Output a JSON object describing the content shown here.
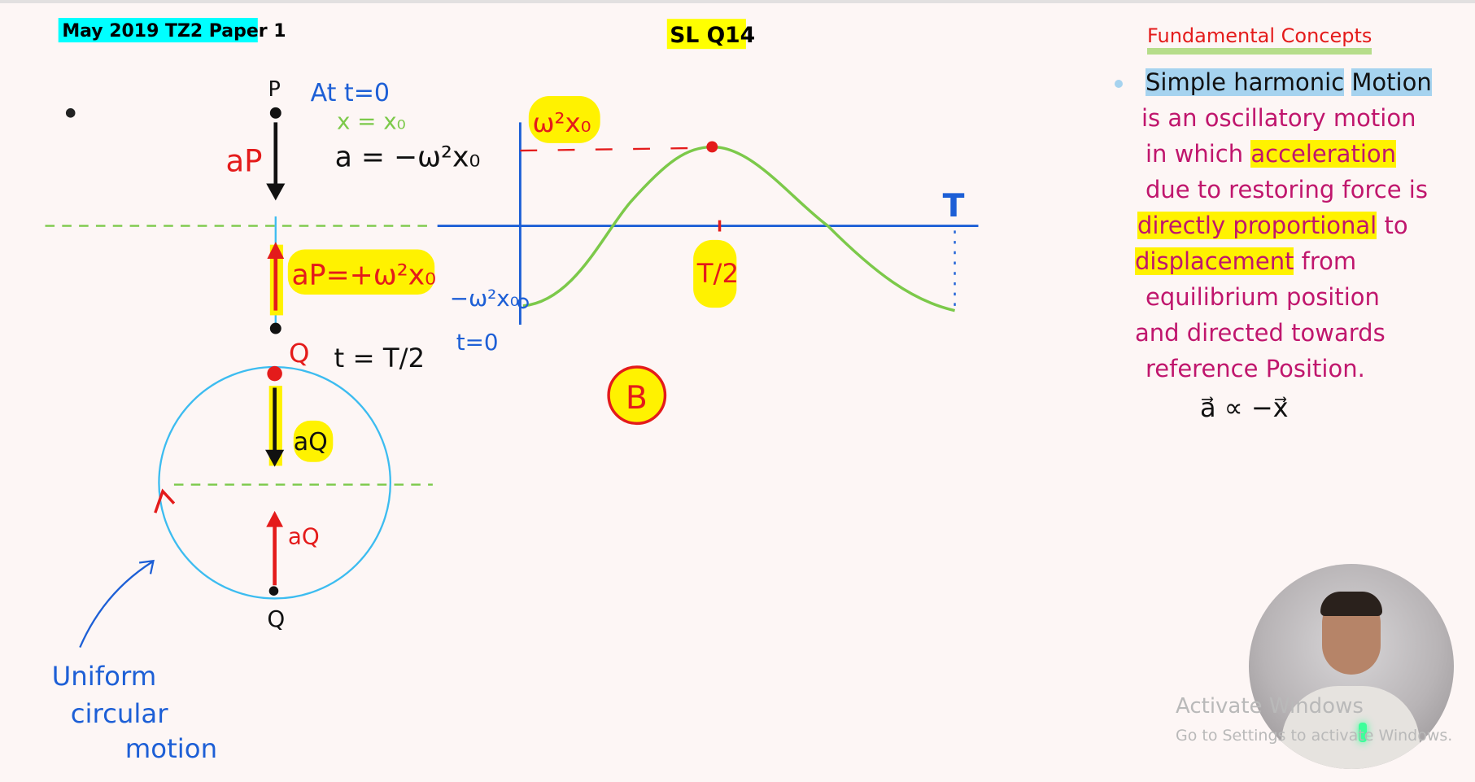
{
  "header": {
    "paper_label": "May 2019 TZ2 Paper 1",
    "question_label": "SL Q14",
    "paper_label_bg": "#00ffff",
    "question_label_bg": "#ffff00"
  },
  "diagram": {
    "point_p": "P",
    "at_t0": "At t=0",
    "x_eq": "x = x₀",
    "a_eq": "a = −ω²x₀",
    "ap_label": "aP",
    "ap_value": "aP=+ω²x₀",
    "point_q": "Q",
    "t_half": "t = T/2",
    "aq_down": "aQ",
    "aq_up": "aQ",
    "point_q_bottom": "Q",
    "circle_caption": [
      "Uniform",
      "circular",
      "motion"
    ]
  },
  "graph": {
    "max_label": "ω²x₀",
    "min_label": "−ω²x₀",
    "t0_label": "t=0",
    "half_period_label": "T/2",
    "period_label": "T",
    "answer": "B"
  },
  "notes": {
    "title": "Fundamental Concepts",
    "term_part1": "Simple harmonic",
    "term_part2": "Motion",
    "lines": {
      "l1": "is an oscillatory motion",
      "l2a": "in which",
      "l2b": "acceleration",
      "l3": "due to restoring force is",
      "l4a": "directly proportional",
      "l4b": "to",
      "l5a": "displacement",
      "l5b": "from",
      "l6": "equilibrium position",
      "l7": "and directed towards",
      "l8": "reference Position."
    },
    "proportionality": "a⃗ ∝ −x⃗"
  },
  "watermark": {
    "title": "Activate Windows",
    "subtitle": "Go to Settings to activate Windows."
  }
}
